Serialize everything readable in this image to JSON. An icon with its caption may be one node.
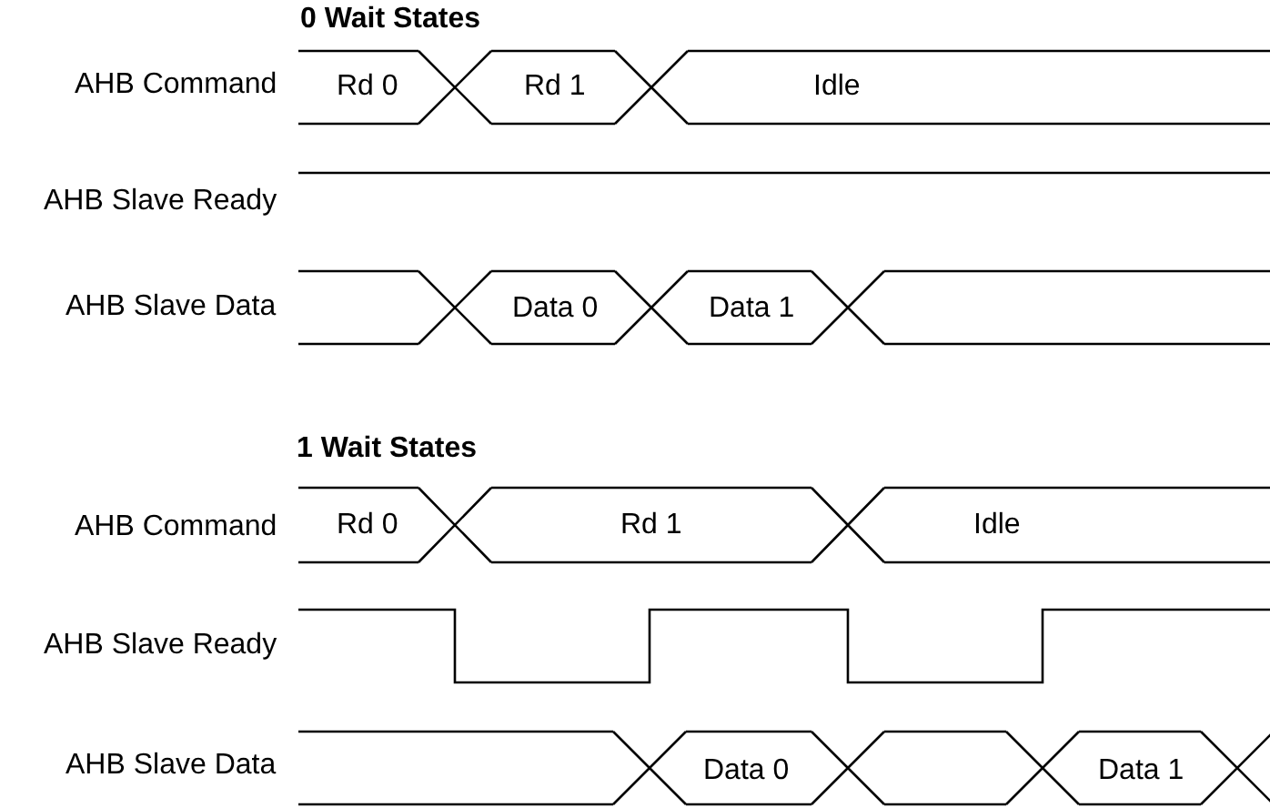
{
  "diagram": {
    "labels": [
      "0 Wait States",
      "AHB Command",
      "Rd 0",
      "Rd 1",
      "Idle",
      "AHB Slave Ready",
      "AHB Slave Data",
      "Data 0",
      "Data 1",
      "1 Wait States",
      "AHB Command",
      "Rd 0",
      "Rd 1",
      "Idle",
      "AHB Slave Ready",
      "AHB Slave Data",
      "Data 0",
      "Data 1"
    ]
  }
}
